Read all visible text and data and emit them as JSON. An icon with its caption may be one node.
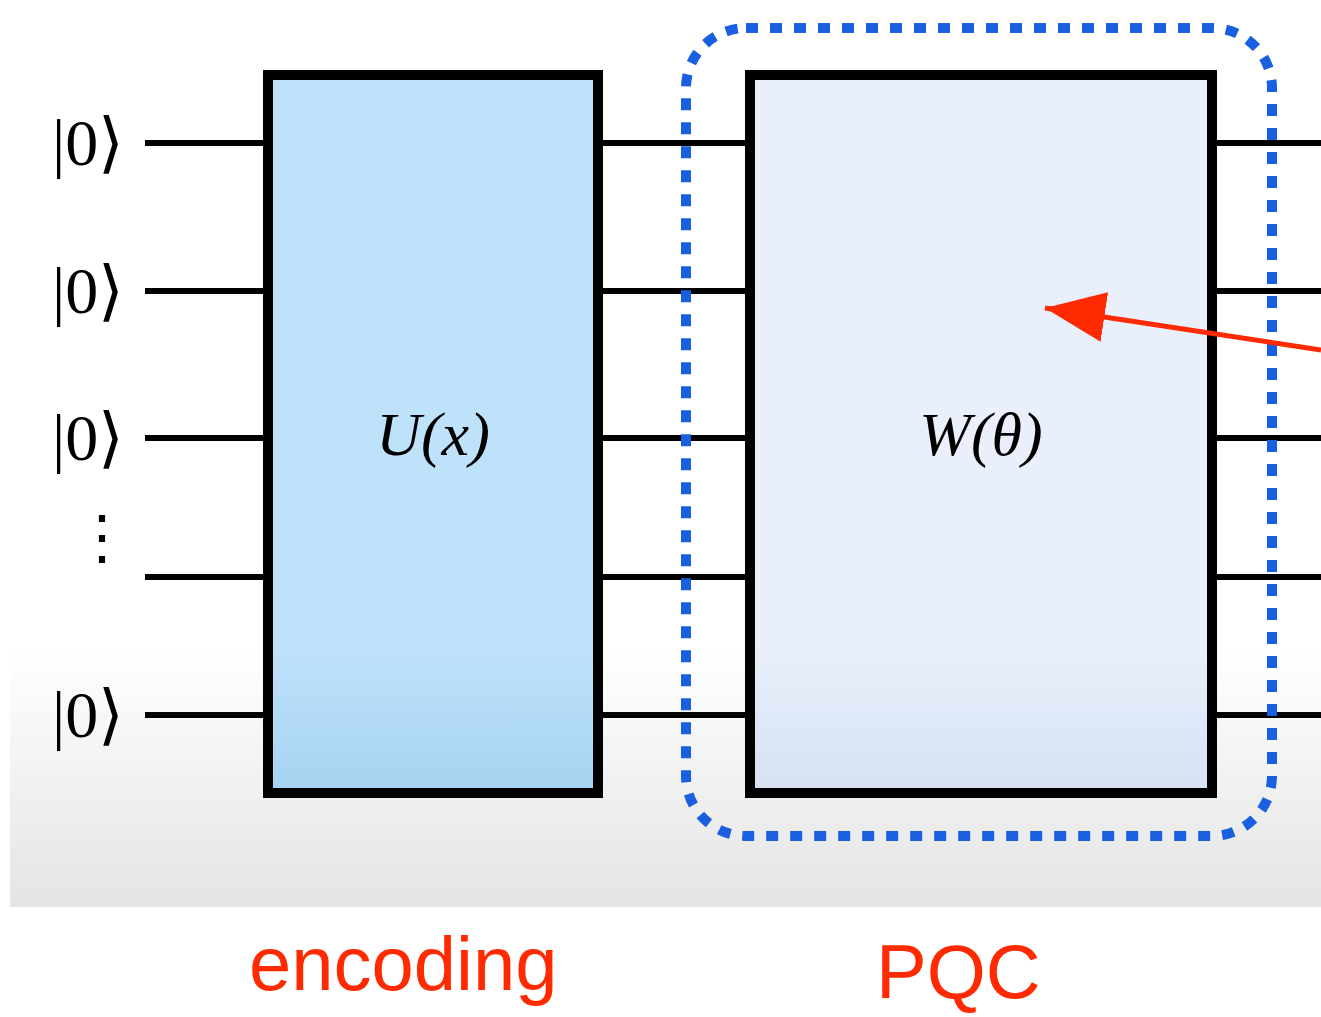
{
  "diagram": {
    "nodes": [
      {
        "text": [
          "|0⟩"
        ]
      },
      {
        "text": [
          "|0⟩"
        ]
      },
      {
        "text": [
          "|0⟩"
        ]
      },
      {
        "text": [
          "|0⟩"
        ]
      },
      {
        "text": [
          "U(x)"
        ],
        "beside": [
          "encoding"
        ]
      },
      {
        "text": [
          "PQC"
        ]
      },
      {
        "text": [
          "W(θ)"
        ],
        "in": 5
      }
    ],
    "edges": [
      {
        "from": 0,
        "to": 4,
        "arrow": "none"
      },
      {
        "from": 1,
        "to": 4,
        "arrow": "none"
      },
      {
        "from": 2,
        "to": 4,
        "arrow": "none"
      },
      {
        "from": null,
        "to": 4,
        "arrow": "none"
      },
      {
        "from": 3,
        "to": 4,
        "arrow": "none"
      },
      {
        "from": 4,
        "to": 6,
        "arrow": "none"
      },
      {
        "from": 4,
        "to": 6,
        "arrow": "none"
      },
      {
        "from": 4,
        "to": 6,
        "arrow": "none"
      },
      {
        "from": 4,
        "to": 6,
        "arrow": "none"
      },
      {
        "from": 4,
        "to": 6,
        "arrow": "none"
      },
      {
        "from": 6,
        "to": null,
        "arrow": "none"
      },
      {
        "from": 6,
        "to": null,
        "arrow": "none"
      },
      {
        "from": 6,
        "to": null,
        "arrow": "none"
      },
      {
        "from": 6,
        "to": null,
        "arrow": "none"
      },
      {
        "from": 6,
        "to": null,
        "arrow": "none"
      },
      {
        "from": null,
        "to": 6,
        "arrow": "to",
        "color": "#ff2a00"
      }
    ],
    "labels": [
      "⋮"
    ]
  }
}
